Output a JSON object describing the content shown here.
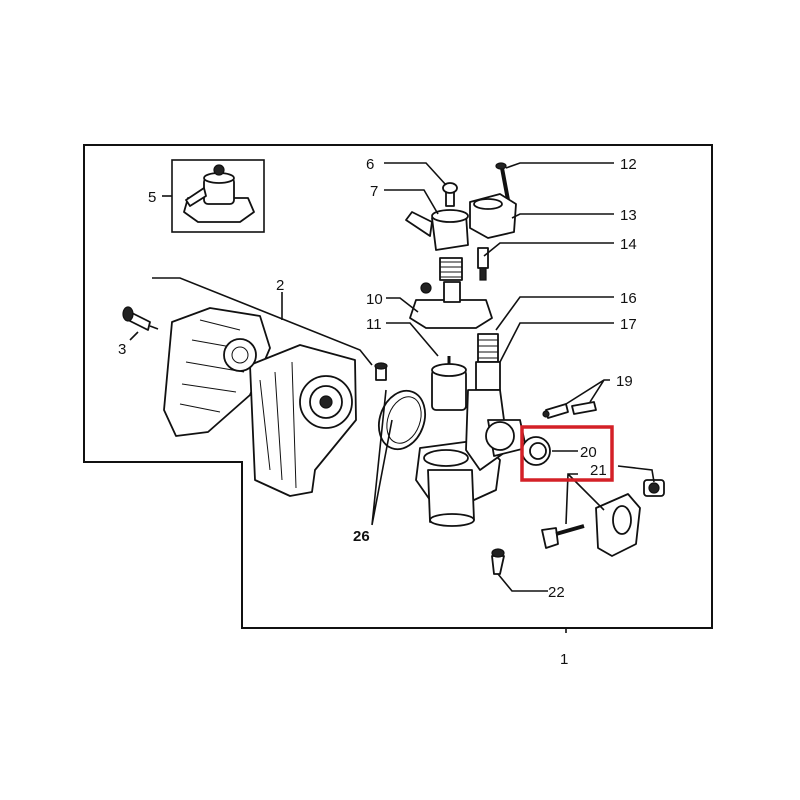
{
  "labels": {
    "l1": "1",
    "l2": "2",
    "l3": "3",
    "l5": "5",
    "l6": "6",
    "l7": "7",
    "l10": "10",
    "l11": "11",
    "l12": "12",
    "l13": "13",
    "l14": "14",
    "l16": "16",
    "l17": "17",
    "l19": "19",
    "l20": "20",
    "l21": "21",
    "l22": "22",
    "l26": "26"
  },
  "highlight": {
    "color": "#d42027",
    "target": "20"
  }
}
